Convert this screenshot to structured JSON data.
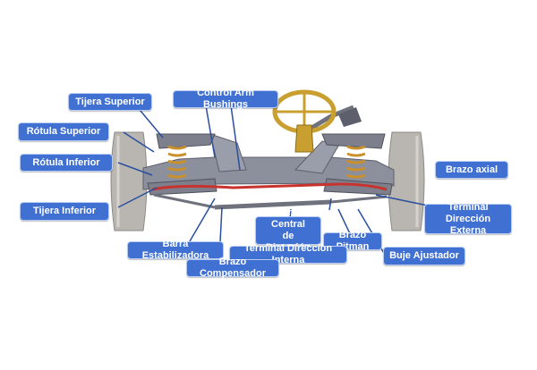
{
  "colors": {
    "label_bg": "#3f70d2",
    "label_text": "#ffffff",
    "leader_line": "#2a4f9e"
  },
  "labels": {
    "tijera_superior": "Tijera Superior",
    "control_arm_bushings": "Control Arm Bushings",
    "rotula_superior": "Rótula Superior",
    "rotula_inferior": "Rótula Inferior",
    "tijera_inferior": "Tijera Inferior",
    "brazo_axial": "Brazo axial",
    "terminal_direccion_externa": "Terminal Dirección\nExterna",
    "barra_central": "Barra Central\nde Dirección",
    "brazo_pitman": "Brazo Pitman",
    "barra_estabilizadora": "Barra Estabilizadora",
    "terminal_direccion_interna": "Terminal Direccion Interna",
    "buje_ajustador": "Buje Ajustador",
    "brazo_compensador": "Brazo Compensador"
  }
}
